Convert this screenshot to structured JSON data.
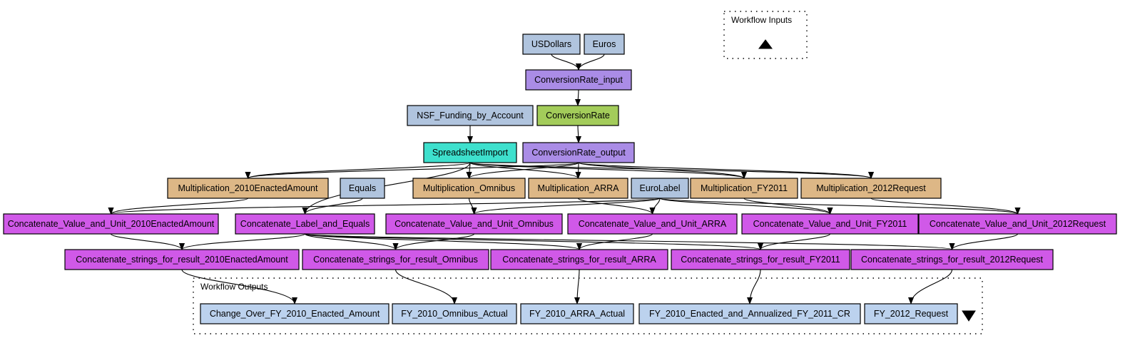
{
  "diagram_type": "workflow",
  "colors": {
    "input_output": "#b0c4de",
    "port_purple": "#aa8ce6",
    "beanshell": "#ddb786",
    "string_concat": "#d059e8",
    "spreadsheet": "#3ee0cd",
    "nested": "#a3cc5a",
    "output_port": "#bcd2ee",
    "input_triangle": "#f74646",
    "output_triangle": "#66cc00"
  },
  "clusters": {
    "inputs": {
      "label": "Workflow Inputs"
    },
    "outputs": {
      "label": "Workflow Outputs"
    }
  },
  "nodes": [
    {
      "id": "USDollars",
      "label": "USDollars",
      "kind": "input_output"
    },
    {
      "id": "Euros",
      "label": "Euros",
      "kind": "input_output"
    },
    {
      "id": "ConversionRate_input",
      "label": "ConversionRate_input",
      "kind": "port_purple"
    },
    {
      "id": "NSF_Funding_by_Account",
      "label": "NSF_Funding_by_Account",
      "kind": "input_output"
    },
    {
      "id": "ConversionRate",
      "label": "ConversionRate",
      "kind": "nested"
    },
    {
      "id": "SpreadsheetImport",
      "label": "SpreadsheetImport",
      "kind": "spreadsheet"
    },
    {
      "id": "ConversionRate_output",
      "label": "ConversionRate_output",
      "kind": "port_purple"
    },
    {
      "id": "Multiplication_2010EnactedAmount",
      "label": "Multiplication_2010EnactedAmount",
      "kind": "beanshell"
    },
    {
      "id": "Equals",
      "label": "Equals",
      "kind": "input_output"
    },
    {
      "id": "Multiplication_Omnibus",
      "label": "Multiplication_Omnibus",
      "kind": "beanshell"
    },
    {
      "id": "Multiplication_ARRA",
      "label": "Multiplication_ARRA",
      "kind": "beanshell"
    },
    {
      "id": "EuroLabel",
      "label": "EuroLabel",
      "kind": "input_output"
    },
    {
      "id": "Multiplication_FY2011",
      "label": "Multiplication_FY2011",
      "kind": "beanshell"
    },
    {
      "id": "Multiplication_2012Request",
      "label": "Multiplication_2012Request",
      "kind": "beanshell"
    },
    {
      "id": "CVU_2010",
      "label": "Concatenate_Value_and_Unit_2010EnactedAmount",
      "kind": "string_concat"
    },
    {
      "id": "CLE",
      "label": "Concatenate_Label_and_Equals",
      "kind": "string_concat"
    },
    {
      "id": "CVU_Omnibus",
      "label": "Concatenate_Value_and_Unit_Omnibus",
      "kind": "string_concat"
    },
    {
      "id": "CVU_ARRA",
      "label": "Concatenate_Value_and_Unit_ARRA",
      "kind": "string_concat"
    },
    {
      "id": "CVU_FY2011",
      "label": "Concatenate_Value_and_Unit_FY2011",
      "kind": "string_concat"
    },
    {
      "id": "CVU_2012",
      "label": "Concatenate_Value_and_Unit_2012Request",
      "kind": "string_concat"
    },
    {
      "id": "CSR_2010",
      "label": "Concatenate_strings_for_result_2010EnactedAmount",
      "kind": "string_concat"
    },
    {
      "id": "CSR_Omnibus",
      "label": "Concatenate_strings_for_result_Omnibus",
      "kind": "string_concat"
    },
    {
      "id": "CSR_ARRA",
      "label": "Concatenate_strings_for_result_ARRA",
      "kind": "string_concat"
    },
    {
      "id": "CSR_FY2011",
      "label": "Concatenate_strings_for_result_FY2011",
      "kind": "string_concat"
    },
    {
      "id": "CSR_2012",
      "label": "Concatenate_strings_for_result_2012Request",
      "kind": "string_concat"
    },
    {
      "id": "OUT_Change",
      "label": "Change_Over_FY_2010_Enacted_Amount",
      "kind": "output_port"
    },
    {
      "id": "OUT_Omnibus",
      "label": "FY_2010_Omnibus_Actual",
      "kind": "output_port"
    },
    {
      "id": "OUT_ARRA",
      "label": "FY_2010_ARRA_Actual",
      "kind": "output_port"
    },
    {
      "id": "OUT_FY2011",
      "label": "FY_2010_Enacted_and_Annualized_FY_2011_CR",
      "kind": "output_port"
    },
    {
      "id": "OUT_2012",
      "label": "FY_2012_Request",
      "kind": "output_port"
    }
  ],
  "edges": [
    [
      "USDollars",
      "ConversionRate_input"
    ],
    [
      "Euros",
      "ConversionRate_input"
    ],
    [
      "ConversionRate_input",
      "ConversionRate"
    ],
    [
      "NSF_Funding_by_Account",
      "SpreadsheetImport"
    ],
    [
      "ConversionRate",
      "ConversionRate_output"
    ],
    [
      "SpreadsheetImport",
      "Multiplication_2010EnactedAmount"
    ],
    [
      "SpreadsheetImport",
      "CLE"
    ],
    [
      "SpreadsheetImport",
      "Multiplication_Omnibus"
    ],
    [
      "SpreadsheetImport",
      "Multiplication_ARRA"
    ],
    [
      "SpreadsheetImport",
      "Multiplication_FY2011"
    ],
    [
      "SpreadsheetImport",
      "Multiplication_2012Request"
    ],
    [
      "ConversionRate_output",
      "Multiplication_2010EnactedAmount"
    ],
    [
      "ConversionRate_output",
      "Multiplication_Omnibus"
    ],
    [
      "ConversionRate_output",
      "Multiplication_ARRA"
    ],
    [
      "ConversionRate_output",
      "Multiplication_FY2011"
    ],
    [
      "ConversionRate_output",
      "Multiplication_2012Request"
    ],
    [
      "Multiplication_2010EnactedAmount",
      "CVU_2010"
    ],
    [
      "Equals",
      "CLE"
    ],
    [
      "Multiplication_Omnibus",
      "CVU_Omnibus"
    ],
    [
      "Multiplication_ARRA",
      "CVU_ARRA"
    ],
    [
      "Multiplication_FY2011",
      "CVU_FY2011"
    ],
    [
      "Multiplication_2012Request",
      "CVU_2012"
    ],
    [
      "EuroLabel",
      "CVU_2010"
    ],
    [
      "EuroLabel",
      "CVU_Omnibus"
    ],
    [
      "EuroLabel",
      "CVU_ARRA"
    ],
    [
      "EuroLabel",
      "CVU_FY2011"
    ],
    [
      "EuroLabel",
      "CVU_2012"
    ],
    [
      "CVU_2010",
      "CSR_2010"
    ],
    [
      "CLE",
      "CSR_2010"
    ],
    [
      "CLE",
      "CSR_Omnibus"
    ],
    [
      "CLE",
      "CSR_ARRA"
    ],
    [
      "CLE",
      "CSR_FY2011"
    ],
    [
      "CLE",
      "CSR_2012"
    ],
    [
      "CVU_Omnibus",
      "CSR_Omnibus"
    ],
    [
      "CVU_ARRA",
      "CSR_ARRA"
    ],
    [
      "CVU_FY2011",
      "CSR_FY2011"
    ],
    [
      "CVU_2012",
      "CSR_2012"
    ],
    [
      "CSR_2010",
      "OUT_Change"
    ],
    [
      "CSR_Omnibus",
      "OUT_Omnibus"
    ],
    [
      "CSR_ARRA",
      "OUT_ARRA"
    ],
    [
      "CSR_FY2011",
      "OUT_FY2011"
    ],
    [
      "CSR_2012",
      "OUT_2012"
    ]
  ]
}
